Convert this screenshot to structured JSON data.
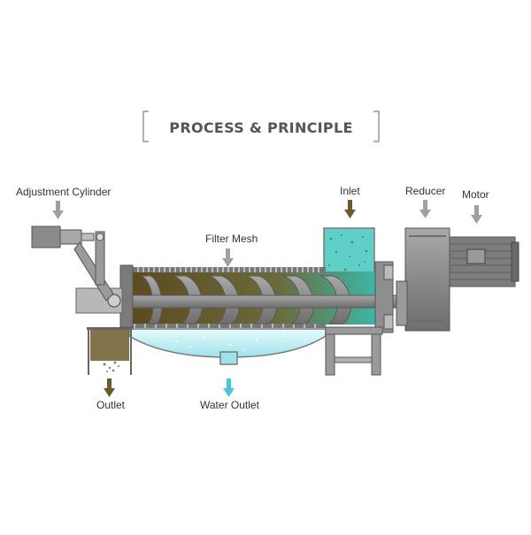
{
  "title": "PROCESS & PRINCIPLE",
  "labels": {
    "adjustment_cylinder": "Adjustment Cylinder",
    "inlet": "Inlet",
    "reducer": "Reducer",
    "motor": "Motor",
    "filter_mesh": "Filter Mesh",
    "outlet": "Outlet",
    "water_outlet": "Water Outlet"
  },
  "colors": {
    "metal": "#8a8a8a",
    "metal_dark": "#555555",
    "sludge": "#6b5a2a",
    "water": "#9ee3ea",
    "inlet_water": "#5fd0c8",
    "arrow_gray": "#a0a0a0",
    "arrow_brown": "#6b5a2a",
    "arrow_cyan": "#45c8d8"
  },
  "icons": [
    "down-arrow-icon"
  ]
}
